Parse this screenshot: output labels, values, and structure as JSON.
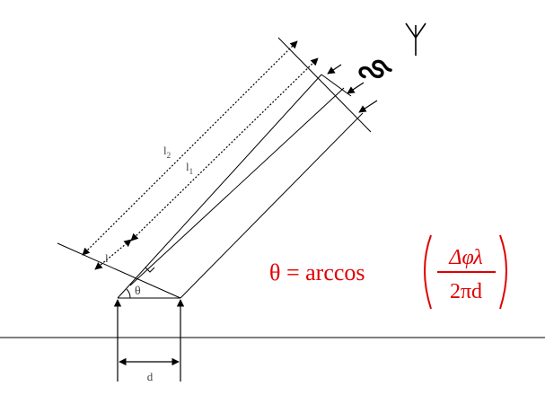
{
  "labels": {
    "l": "l",
    "l1_base": "l",
    "l1_sub": "1",
    "l2_base": "l",
    "l2_sub": "2",
    "theta": "θ",
    "d": "d"
  },
  "formula": {
    "lhs": "θ = arccos",
    "numerator": "Δφλ",
    "denominator": "2πd"
  },
  "colors": {
    "line": "#000000",
    "formula": "#e00000"
  },
  "icons": [
    "antenna-icon",
    "signal-wave-icon"
  ]
}
